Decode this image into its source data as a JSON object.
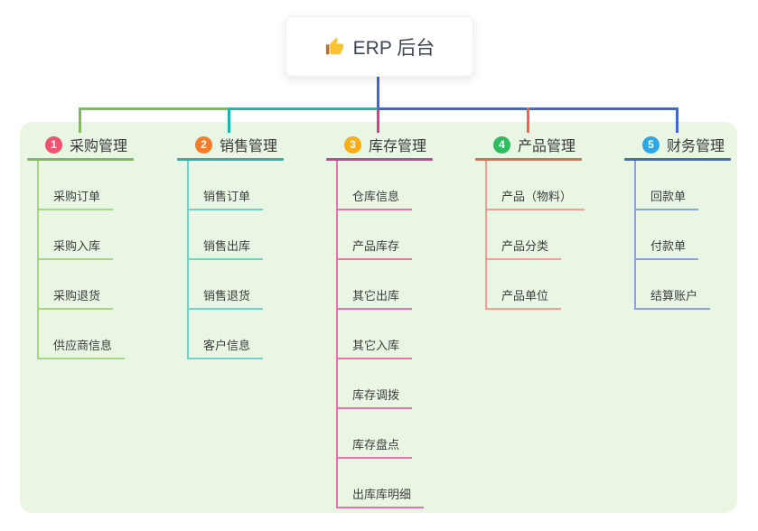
{
  "page": {
    "background": "#ffffff",
    "panel_background": "#e9f6e3"
  },
  "root": {
    "label": "ERP 后台",
    "icon": "thumbs-up-icon",
    "line_color": "#4565d6"
  },
  "branches": [
    {
      "num": "1",
      "label": "采购管理",
      "badge_color": "#f15270",
      "line_color": "#82bd49",
      "child_line_color": "#a8d57f",
      "children": [
        "采购订单",
        "采购入库",
        "采购退货",
        "供应商信息"
      ]
    },
    {
      "num": "2",
      "label": "销售管理",
      "badge_color": "#f57c2a",
      "line_color": "#1cb8b0",
      "child_line_color": "#72d2c9",
      "children": [
        "销售订单",
        "销售出库",
        "销售退货",
        "客户信息"
      ]
    },
    {
      "num": "3",
      "label": "库存管理",
      "badge_color": "#fbad17",
      "line_color": "#d23f8d",
      "child_line_color": "#ee6fae",
      "children": [
        "仓库信息",
        "产品库存",
        "其它出库",
        "其它入库",
        "库存调拨",
        "库存盘点",
        "出库库明细"
      ]
    },
    {
      "num": "4",
      "label": "产品管理",
      "badge_color": "#2ebd5d",
      "line_color": "#f3605a",
      "child_line_color": "#f89b90",
      "children": [
        "产品（物料）",
        "产品分类",
        "产品单位"
      ]
    },
    {
      "num": "5",
      "label": "财务管理",
      "badge_color": "#2fa7e6",
      "line_color": "#4565d6",
      "child_line_color": "#8ba3dd",
      "children": [
        "回款单",
        "付款单",
        "结算账户"
      ]
    }
  ]
}
